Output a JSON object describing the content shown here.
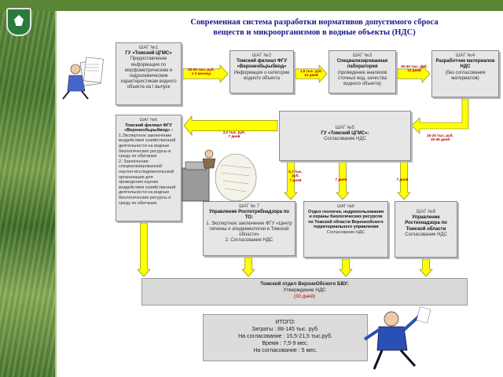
{
  "title_lines": [
    "Современная система разработки нормативов допустимого сброса",
    "веществ  и микроорганизмов в водные объекты  (НДС)"
  ],
  "steps": {
    "s1": {
      "head": "ШАГ №1",
      "name": "ГУ «Томский ЦГМС»",
      "lines": [
        "Предоставление информации по морфометрическим и гидрохимическим характеристикам водного объекта на I выпуск"
      ]
    },
    "s2": {
      "head": "ШАГ №2",
      "name": "Томский филиал ФГУ «Верхнеобьрыбвод»",
      "lines": [
        "Информация о категории водного объекта"
      ]
    },
    "s3": {
      "head": "ШАГ №3",
      "name": "Специализированная лаборатория",
      "lines": [
        "(проведение анализов сточных вод, качества водного объекта)"
      ]
    },
    "s4": {
      "head": "ШАГ №4",
      "name": "Разработчик материалов НДС",
      "lines": [
        "(без согласования материалов)"
      ]
    },
    "s5": {
      "head": "ШАГ №5",
      "name": "ГУ «Томский ЦГМС»:",
      "lines": [
        "Согласование НДС"
      ]
    },
    "s6": {
      "head": "ШАГ №6",
      "name": "Томский филиал ФГУ «Верхнеобьрыбвод» :",
      "lines": [
        "1.Экспертное заключение воздействия хозяйственной деятельности на водные биологические ресурсы и среду их обитания",
        "2. Заключение специализированной научно-исследовательской организации для проведения оценки воздействия хозяйственной деятельности на водные биологические ресурсы и среду их обитания"
      ]
    },
    "s7": {
      "head": "ШАГ № 7",
      "name": "Управление Роспотребнадзора по ТО:",
      "lines": [
        "1. Экспертное заключение ФГУ «Центр гигиены и эпидемиологии в Томской области»",
        "2. Согласование НДС"
      ]
    },
    "s8a": {
      "head": "ШАГ №8",
      "name": "Отдел геологии, недропользования и охраны биологических ресурсов по Томской области Верхнеобского территориального управления",
      "lines": [
        "Согласование НДС"
      ]
    },
    "s8b": {
      "head": "ШАГ №8",
      "name": "Управление Ростехнадзора по Томской области",
      "lines": [
        "Согласование НДС"
      ]
    }
  },
  "arrow_labels": {
    "a12": [
      "20-30 тыс. руб.",
      "1-2 месяца"
    ],
    "a23": [
      "1,5 тыс. руб.",
      "10 дней"
    ],
    "a34": [
      "20-40 тыс. руб.",
      "10 дней"
    ],
    "a45": [
      "15-20 тыс. руб.",
      "30-45 дней"
    ],
    "a56": [
      "2,2 тыс. руб.",
      "7 дней"
    ],
    "a57": [
      "5,7 тыс. руб.",
      "7 дней"
    ],
    "a58a": [
      "7 дней"
    ],
    "a58b": [
      "7 дней"
    ]
  },
  "approval": {
    "line1": "Томский отдел ВерхнеОбского БВУ:",
    "line2": "Утверждение НДС",
    "line3": "(30 дней)"
  },
  "total": {
    "title": "ИТОГО:",
    "lines": [
      "Затраты : 88-145 тыс. руб.",
      "На согласование : 15,5-21,5 тыс.руб.",
      "Время : 7,5-9 мес.",
      "На согласование : 5 мес."
    ]
  },
  "colors": {
    "arrow": "#ffff00",
    "arrow_stroke": "#7a7a00",
    "box_fill": "#e6e6e6",
    "label": "#b00000",
    "title": "#1a1a8a"
  },
  "decorations": [
    "emblem-icon",
    "paper-stack-icon",
    "clerk-with-papers-icon",
    "paper-shredder-icon",
    "running-man-icon"
  ]
}
